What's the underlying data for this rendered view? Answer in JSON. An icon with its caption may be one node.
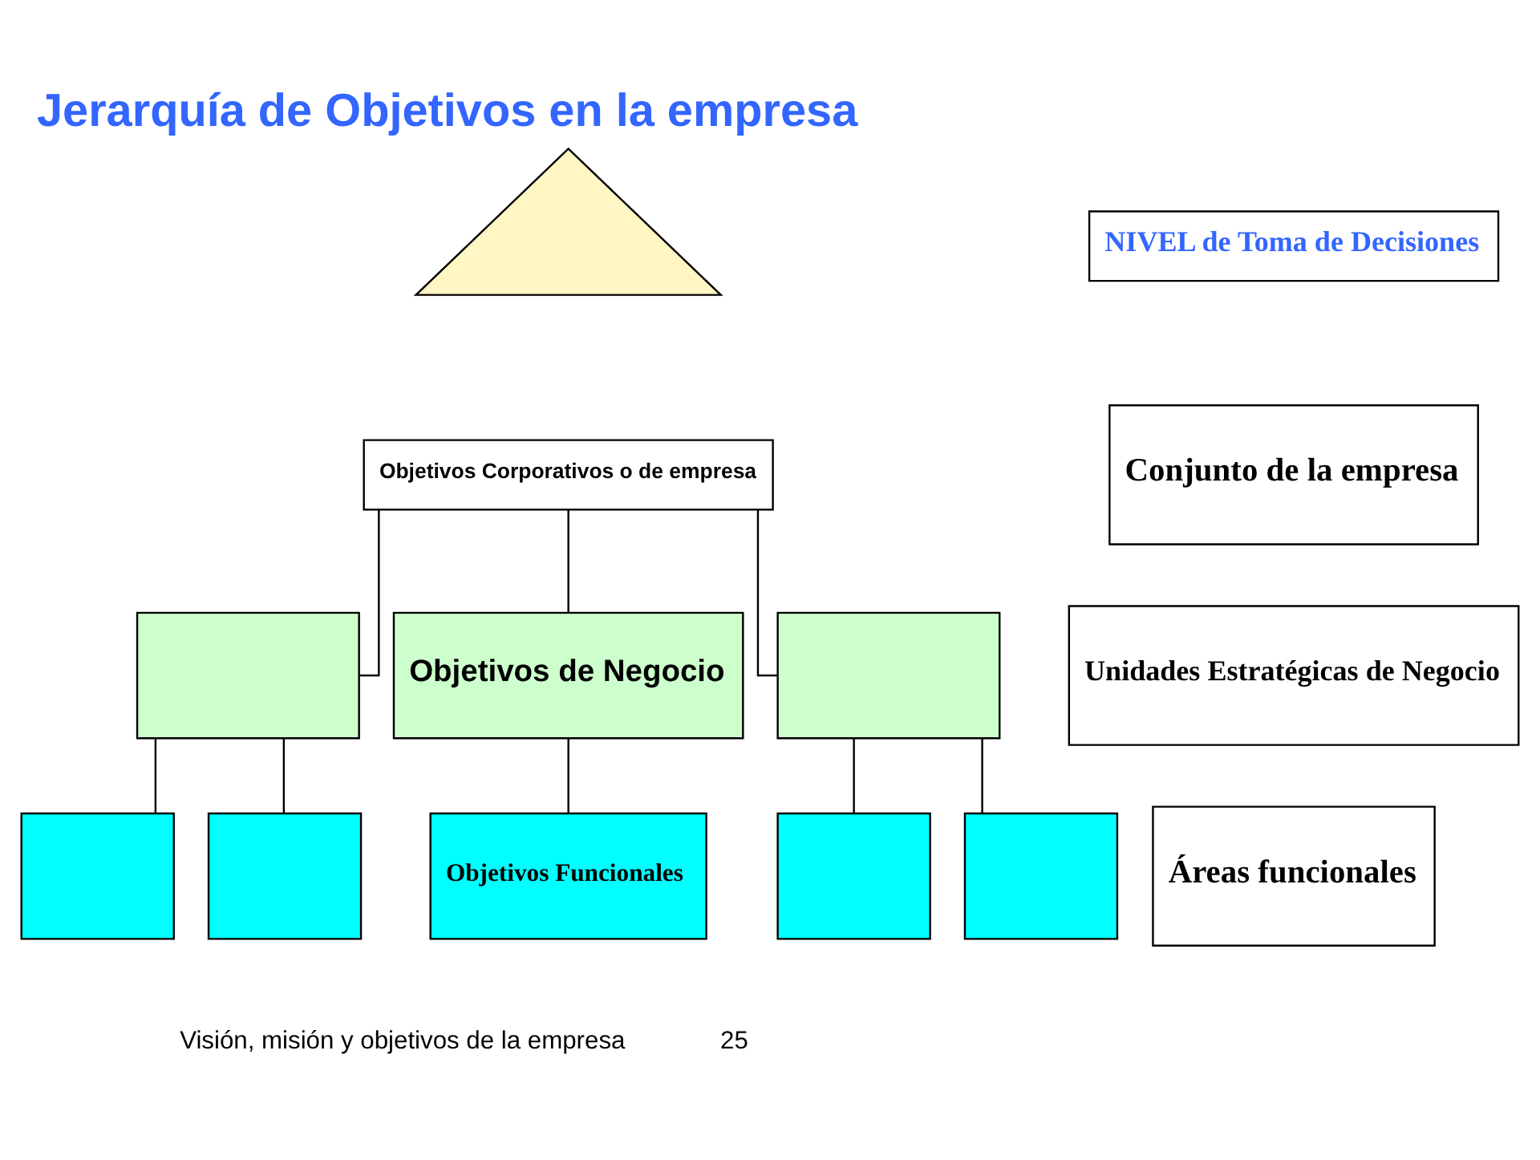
{
  "diagram": {
    "title": "Jerarquía de Objetivos en la empresa",
    "nodes": [
      {
        "text": [],
        "shape": "triangle"
      },
      {
        "text": [
          "Objetivos Corporativos o de empresa"
        ]
      },
      {
        "text": [],
        "shape": "box"
      },
      {
        "text": [
          "Objetivos de Negocio"
        ]
      },
      {
        "text": [],
        "shape": "box"
      },
      {
        "text": [],
        "shape": "box"
      },
      {
        "text": [],
        "shape": "box"
      },
      {
        "text": [
          "Objetivos Funcionales"
        ]
      },
      {
        "text": [],
        "shape": "box"
      },
      {
        "text": [],
        "shape": "box"
      },
      {
        "text": [
          "NIVEL de Toma de Decisiones"
        ]
      },
      {
        "text": [
          "Conjunto de la empresa"
        ]
      },
      {
        "text": [
          "Unidades Estratégicas de Negocio"
        ]
      },
      {
        "text": [
          "Áreas funcionales"
        ]
      }
    ],
    "edges": [
      {
        "from": 1,
        "to": 2,
        "arrow": "none"
      },
      {
        "from": 1,
        "to": 3,
        "arrow": "none"
      },
      {
        "from": 1,
        "to": 4,
        "arrow": "none"
      },
      {
        "from": 2,
        "to": 5,
        "arrow": "none"
      },
      {
        "from": 2,
        "to": 6,
        "arrow": "none"
      },
      {
        "from": 3,
        "to": 7,
        "arrow": "none"
      },
      {
        "from": 4,
        "to": 8,
        "arrow": "none"
      },
      {
        "from": 4,
        "to": 9,
        "arrow": "none"
      }
    ],
    "labels": [
      "Visión, misión y objetivos de la empresa",
      "25"
    ]
  }
}
